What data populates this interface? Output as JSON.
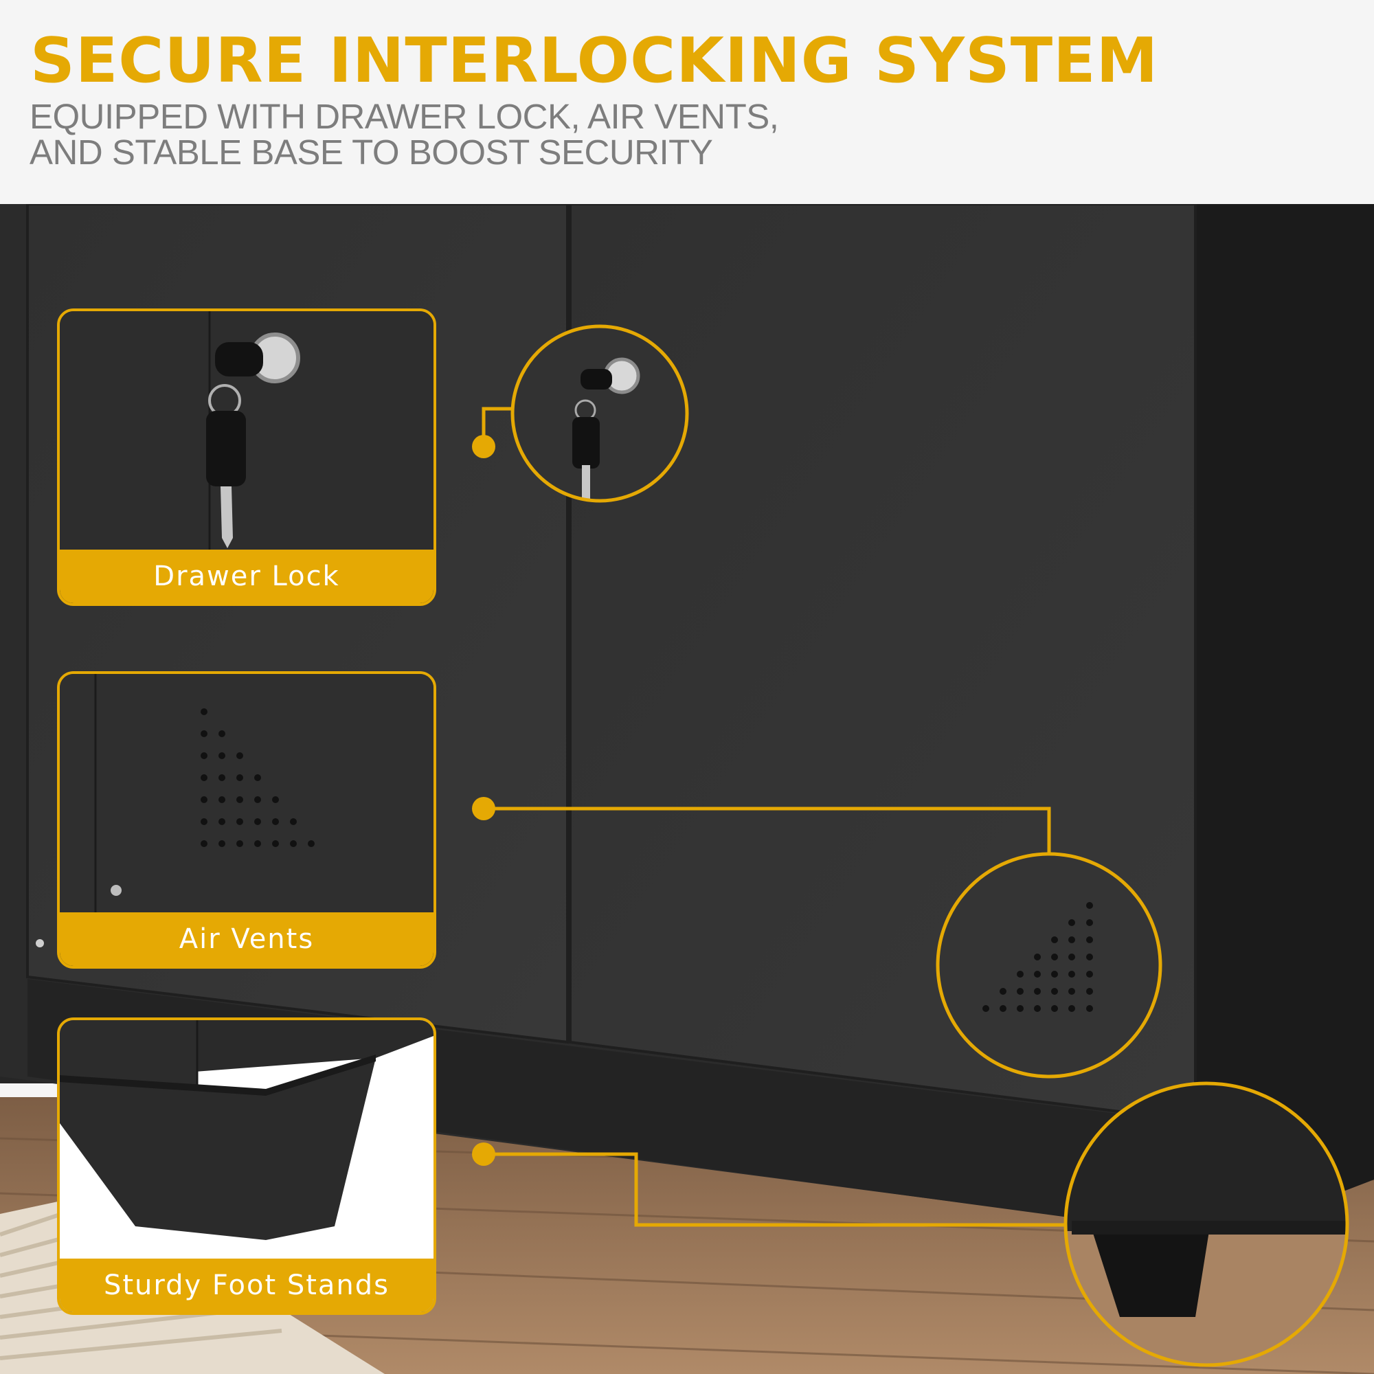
{
  "header": {
    "title": "SECURE INTERLOCKING SYSTEM",
    "subtitle_line1": "EQUIPPED WITH DRAWER LOCK, AIR VENTS,",
    "subtitle_line2": "AND STABLE BASE TO BOOST SECURITY"
  },
  "features": [
    {
      "label": "Drawer Lock",
      "icon": "key-lock-icon"
    },
    {
      "label": "Air Vents",
      "icon": "vent-holes-icon"
    },
    {
      "label": "Sturdy Foot Stands",
      "icon": "foot-stand-icon"
    }
  ],
  "colors": {
    "accent": "#e5a904",
    "heading": "#e5a904",
    "subheading": "#7d7d7d",
    "cabinet": "#2e2e2e",
    "floor": "#9a7556"
  }
}
